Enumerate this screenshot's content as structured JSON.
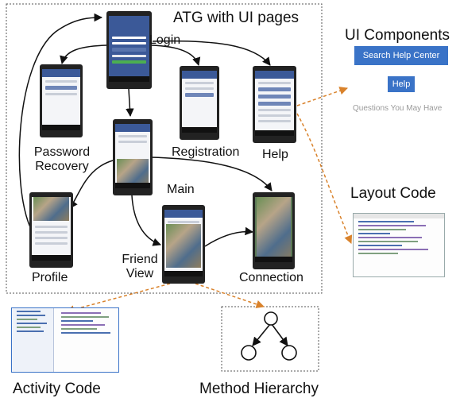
{
  "title": "ATG with UI pages",
  "pages": {
    "login": "Login",
    "password_recovery_line1": "Password",
    "password_recovery_line2": "Recovery",
    "registration": "Registration",
    "help": "Help",
    "main": "Main",
    "profile": "Profile",
    "friend_view_line1": "Friend",
    "friend_view_line2": "View",
    "connection": "Connection"
  },
  "ui_components": {
    "heading": "UI Components",
    "search_button": "Search Help Center",
    "help_button": "Help",
    "questions_text": "Questions You May Have"
  },
  "layout_code": {
    "heading": "Layout Code"
  },
  "activity_code": {
    "heading": "Activity Code"
  },
  "method_hierarchy": {
    "heading": "Method Hierarchy"
  },
  "colors": {
    "arrow_black": "#111111",
    "arrow_orange": "#d9822b",
    "button_blue": "#3a73c7",
    "facebook_blue": "#3b5998",
    "dashed_border": "#555555"
  }
}
